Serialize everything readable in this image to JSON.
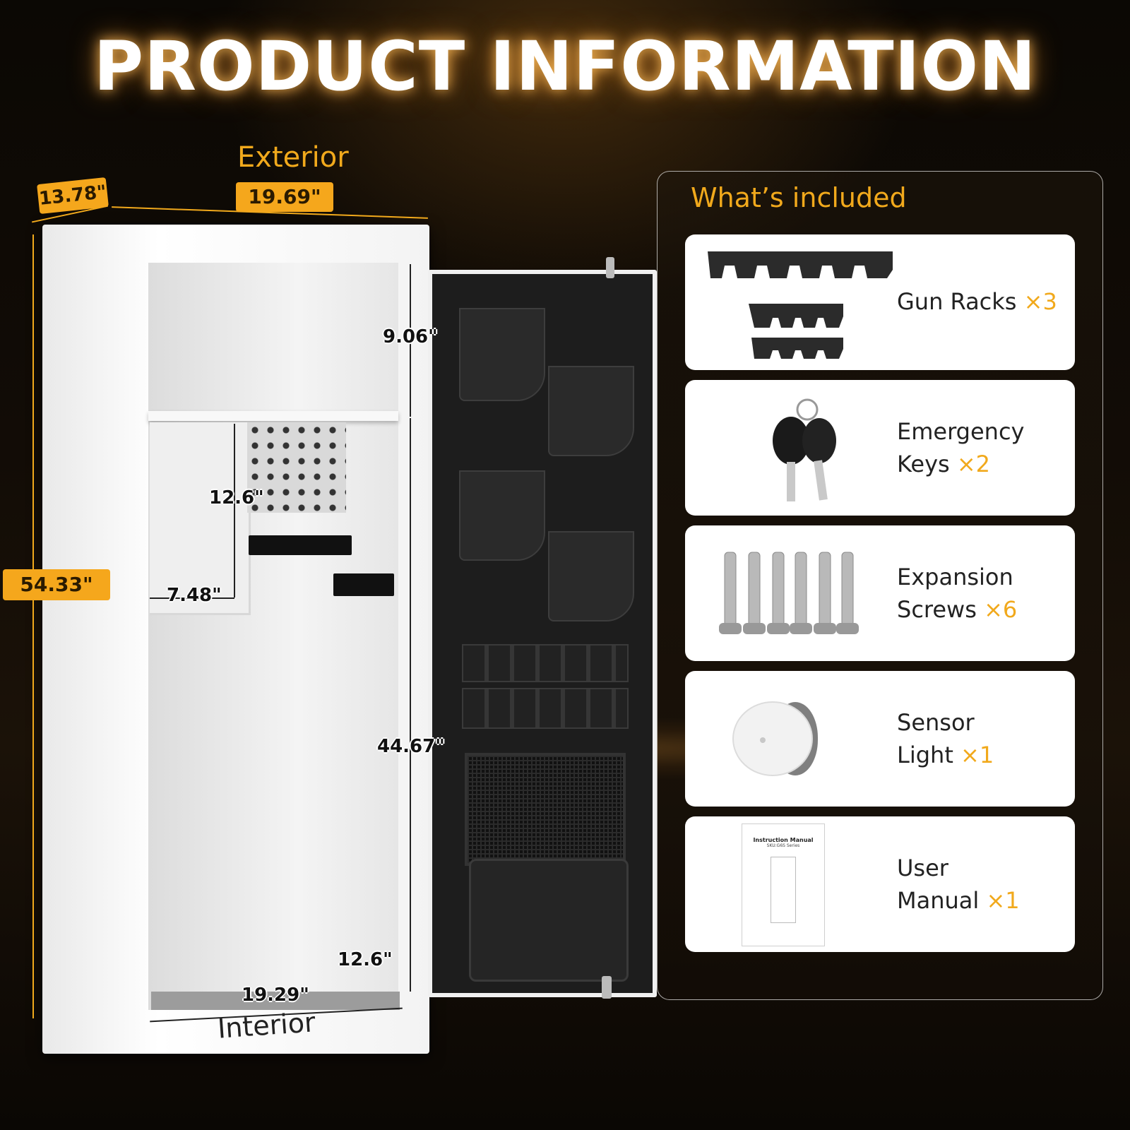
{
  "header": {
    "title": "PRODUCT INFORMATION"
  },
  "dimensions": {
    "exterior_label": "Exterior",
    "depth": "13.78\"",
    "width": "19.69\"",
    "height": "54.33\"",
    "top_compartment": "9.06\"",
    "side_box_height": "12.6\"",
    "side_box_width": "7.48\"",
    "door_height": "44.67\"",
    "interior_depth": "12.6\"",
    "interior_width": "19.29\"",
    "interior_label": "Interior"
  },
  "included": {
    "title": "What’s included",
    "items": [
      {
        "name": "Gun Racks",
        "qty": "×3",
        "icon": "gun-rack-icon"
      },
      {
        "name_line1": "Emergency",
        "name_line2": "Keys",
        "qty": "×2",
        "icon": "keys-icon"
      },
      {
        "name_line1": "Expansion",
        "name_line2": "Screws",
        "qty": "×6",
        "icon": "screws-icon"
      },
      {
        "name_line1": "Sensor",
        "name_line2": "Light",
        "qty": "×1",
        "icon": "sensor-light-icon"
      },
      {
        "name_line1": "User",
        "name_line2": "Manual",
        "qty": "×1",
        "icon": "manual-icon",
        "manual_title": "Instruction Manual",
        "manual_sku": "SKU:G6S Series"
      }
    ]
  },
  "colors": {
    "accent": "#f1a91c",
    "card": "#ffffff",
    "door": "#1d1d1d"
  }
}
